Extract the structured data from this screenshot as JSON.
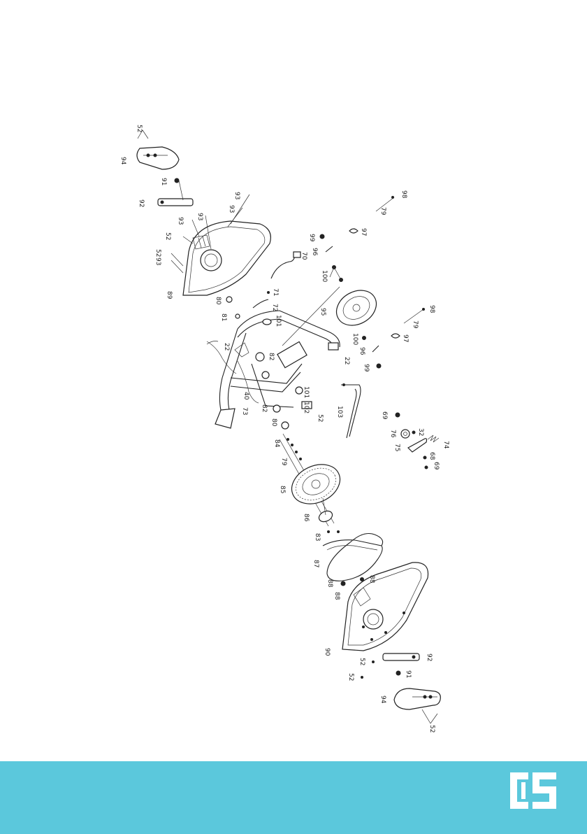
{
  "labels": [
    {
      "id": "l1",
      "text": "52"
    },
    {
      "id": "l2",
      "text": "94"
    },
    {
      "id": "l3",
      "text": "91"
    },
    {
      "id": "l4",
      "text": "92"
    },
    {
      "id": "l5",
      "text": "93"
    },
    {
      "id": "l6",
      "text": "93"
    },
    {
      "id": "l7",
      "text": "93"
    },
    {
      "id": "l8",
      "text": "93"
    },
    {
      "id": "l9",
      "text": "52"
    },
    {
      "id": "l10",
      "text": "52"
    },
    {
      "id": "l11",
      "text": "93"
    },
    {
      "id": "l12",
      "text": "89"
    },
    {
      "id": "l13",
      "text": "98"
    },
    {
      "id": "l14",
      "text": "79"
    },
    {
      "id": "l15",
      "text": "97"
    },
    {
      "id": "l16",
      "text": "99"
    },
    {
      "id": "l17",
      "text": "96"
    },
    {
      "id": "l18",
      "text": "70"
    },
    {
      "id": "l19",
      "text": "100"
    },
    {
      "id": "l20",
      "text": "71"
    },
    {
      "id": "l21",
      "text": "72"
    },
    {
      "id": "l22",
      "text": "80"
    },
    {
      "id": "l23",
      "text": "81"
    },
    {
      "id": "l24",
      "text": "101"
    },
    {
      "id": "l25",
      "text": "95"
    },
    {
      "id": "l26",
      "text": "100"
    },
    {
      "id": "l27",
      "text": "98"
    },
    {
      "id": "l28",
      "text": "79"
    },
    {
      "id": "l29",
      "text": "97"
    },
    {
      "id": "l30",
      "text": "96"
    },
    {
      "id": "l31",
      "text": "99"
    },
    {
      "id": "l32",
      "text": "22"
    },
    {
      "id": "l33",
      "text": "22"
    },
    {
      "id": "l34",
      "text": "82"
    },
    {
      "id": "l35",
      "text": "40"
    },
    {
      "id": "l36",
      "text": "73"
    },
    {
      "id": "l37",
      "text": "82"
    },
    {
      "id": "l38",
      "text": "101"
    },
    {
      "id": "l39",
      "text": "102"
    },
    {
      "id": "l40",
      "text": "103"
    },
    {
      "id": "l41",
      "text": "52"
    },
    {
      "id": "l42",
      "text": "80"
    },
    {
      "id": "l43",
      "text": "84"
    },
    {
      "id": "l44",
      "text": "79"
    },
    {
      "id": "l45",
      "text": "85"
    },
    {
      "id": "l46",
      "text": "86"
    },
    {
      "id": "l47",
      "text": "83"
    },
    {
      "id": "l48",
      "text": "87"
    },
    {
      "id": "l49",
      "text": "69"
    },
    {
      "id": "l50",
      "text": "76"
    },
    {
      "id": "l51",
      "text": "32"
    },
    {
      "id": "l52",
      "text": "75"
    },
    {
      "id": "l53",
      "text": "74"
    },
    {
      "id": "l54",
      "text": "68"
    },
    {
      "id": "l55",
      "text": "69"
    },
    {
      "id": "l56",
      "text": "88"
    },
    {
      "id": "l57",
      "text": "88"
    },
    {
      "id": "l58",
      "text": "88"
    },
    {
      "id": "l59",
      "text": "90"
    },
    {
      "id": "l60",
      "text": "52"
    },
    {
      "id": "l61",
      "text": "52"
    },
    {
      "id": "l62",
      "text": "91"
    },
    {
      "id": "l63",
      "text": "92"
    },
    {
      "id": "l64",
      "text": "94"
    },
    {
      "id": "l65",
      "text": "52"
    }
  ],
  "logo": {
    "text": "CS"
  },
  "colors": {
    "footer": "#5bc8dc",
    "logo": "#ffffff"
  }
}
